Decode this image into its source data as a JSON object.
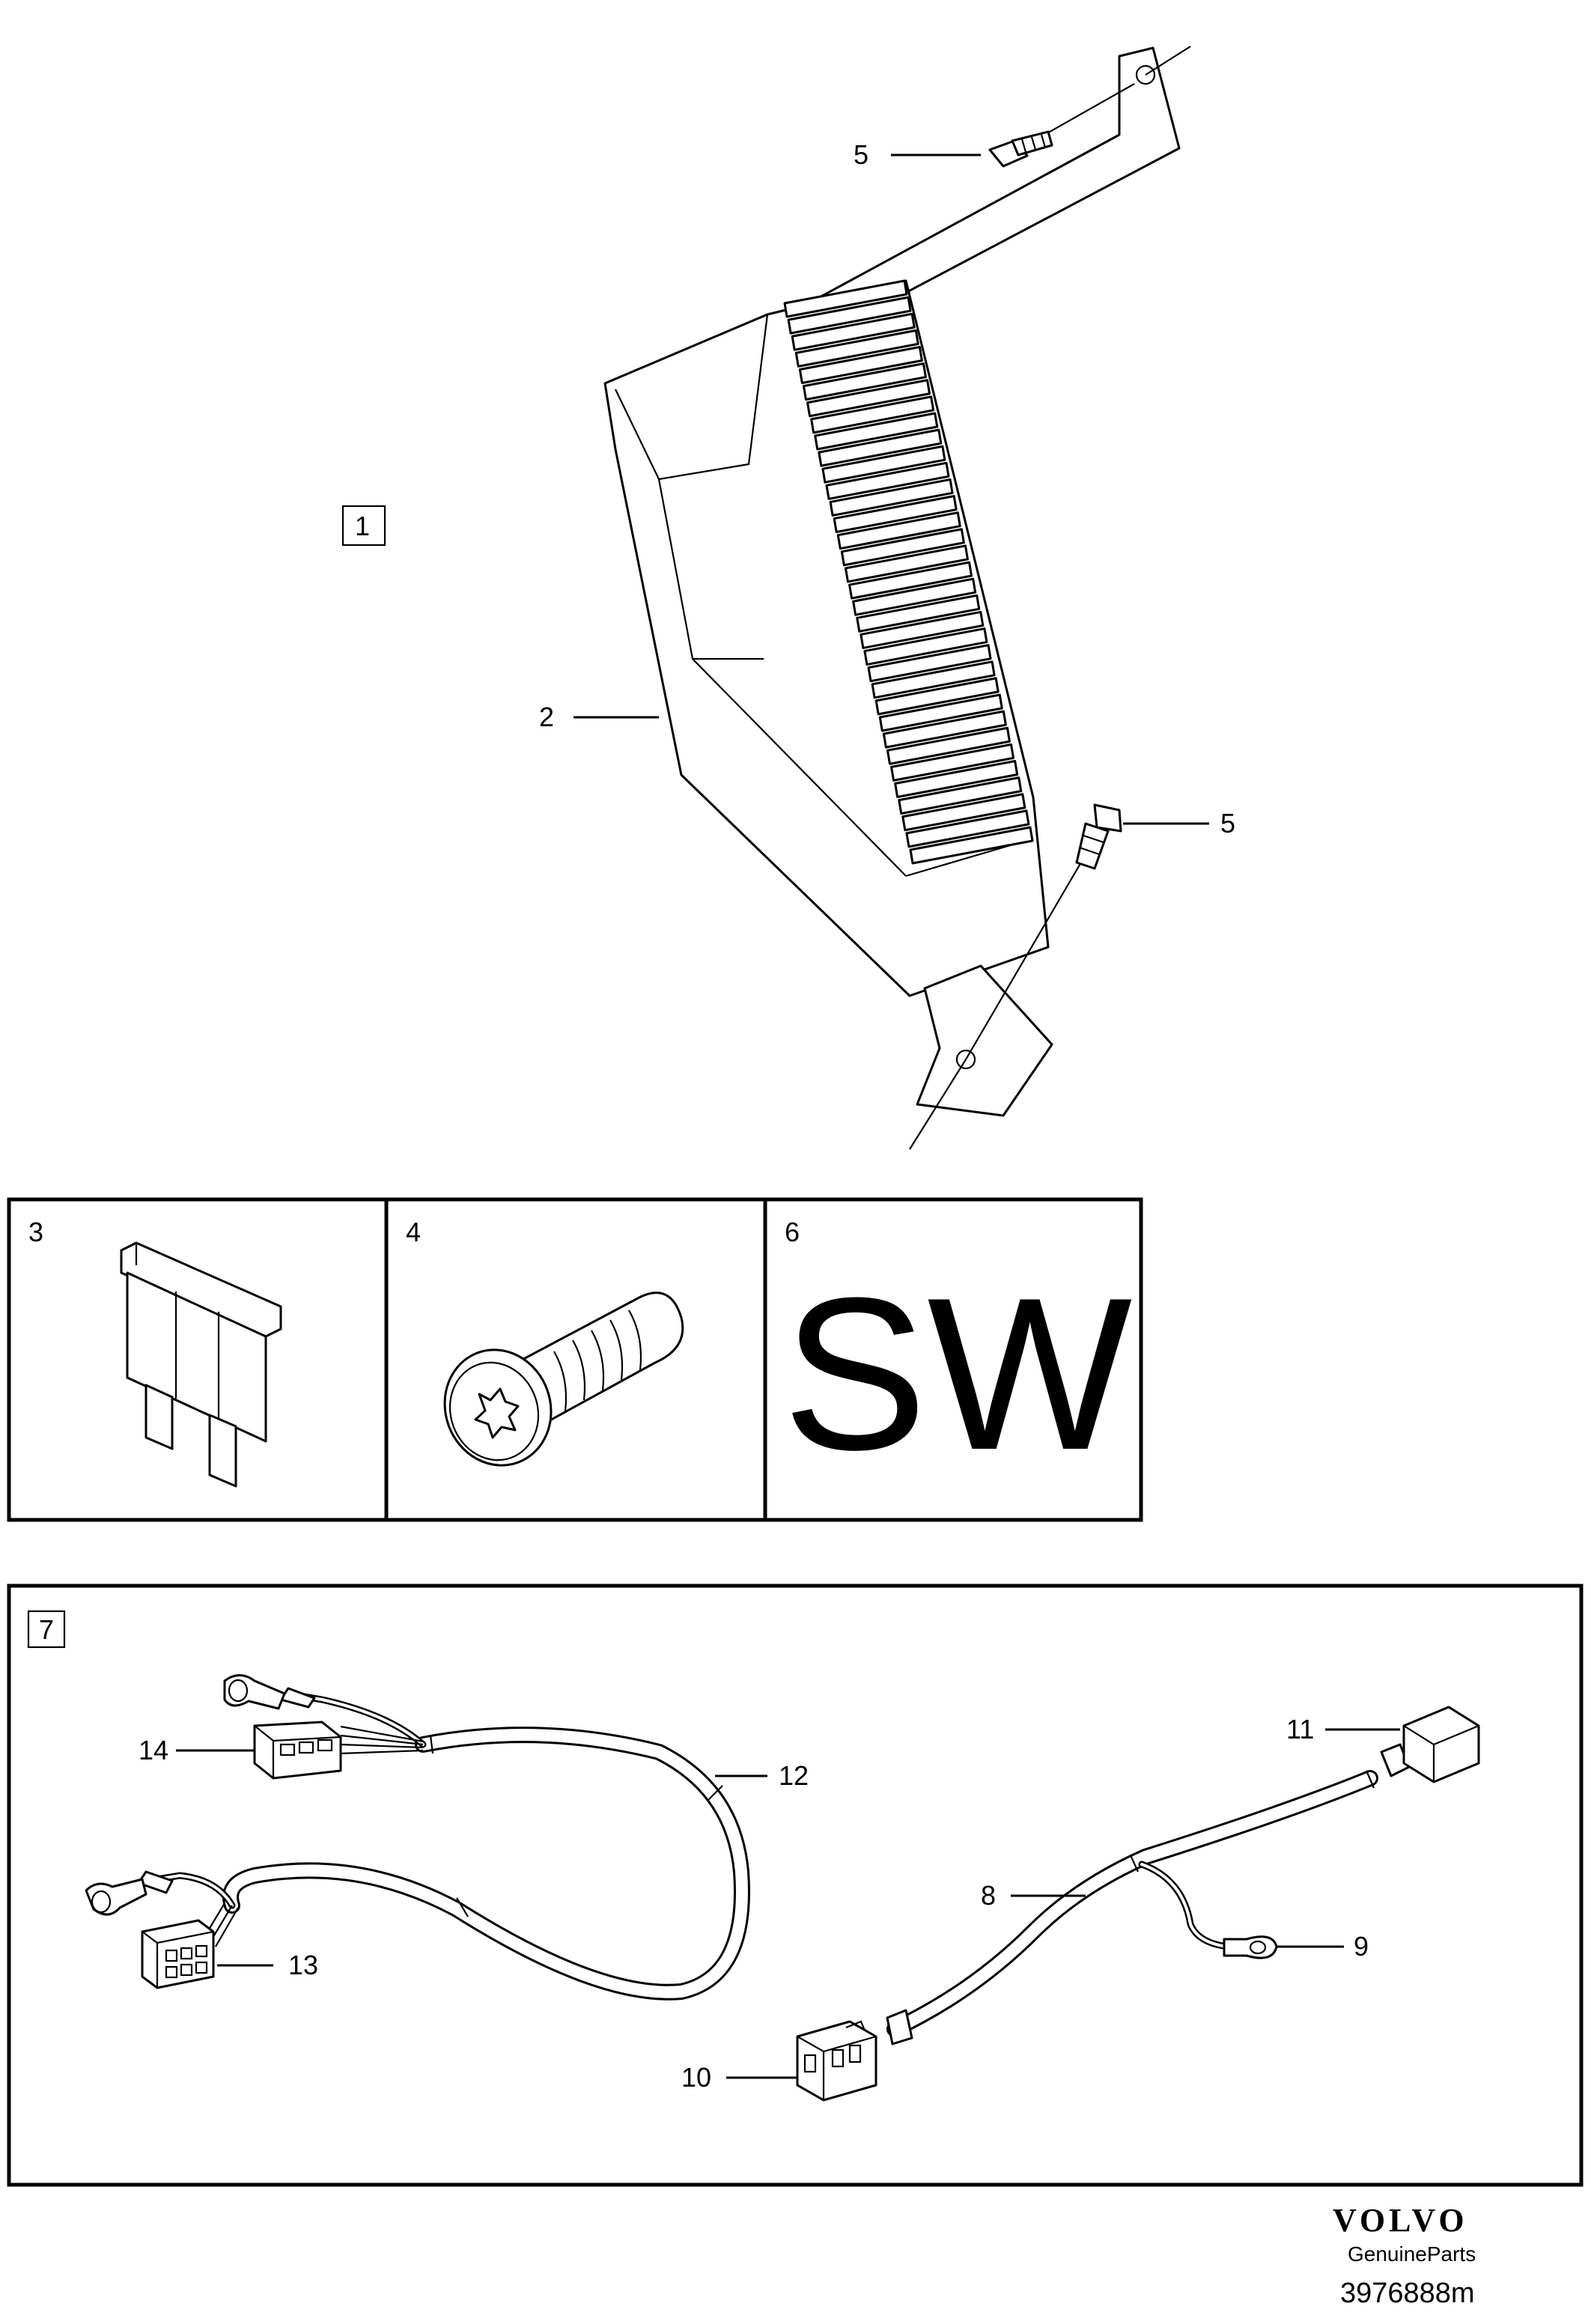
{
  "callouts": {
    "c1": "1",
    "c2": "2",
    "c3": "3",
    "c4": "4",
    "c5a": "5",
    "c5b": "5",
    "c6": "6",
    "c7": "7",
    "c8": "8",
    "c9": "9",
    "c10": "10",
    "c11": "11",
    "c12": "12",
    "c13": "13",
    "c14": "14"
  },
  "panel6_text": "SW",
  "footer": {
    "brand": "VOLVO",
    "subtitle": "GenuineParts",
    "drawing_number": "3976888m"
  }
}
